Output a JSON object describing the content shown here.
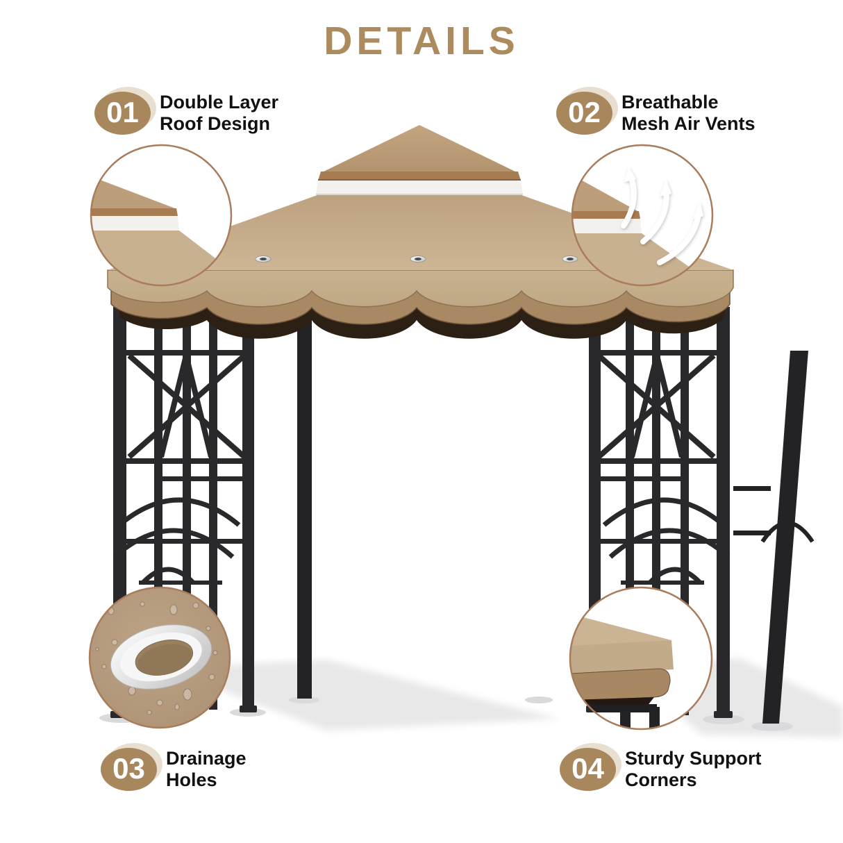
{
  "title": "DETAILS",
  "features": [
    {
      "number": "01",
      "line1": "Double Layer",
      "line2": "Roof Design"
    },
    {
      "number": "02",
      "line1": "Breathable",
      "line2": "Mesh Air Vents"
    },
    {
      "number": "03",
      "line1": "Drainage",
      "line2": "Holes"
    },
    {
      "number": "04",
      "line1": "Sturdy Support",
      "line2": "Corners"
    }
  ],
  "colors": {
    "title_accent": "#AC8C5E",
    "badge_fill": "#A8875C",
    "badge_halo": "#E9DFD0",
    "badge_number": "#FFFFFF",
    "label_text": "#111111",
    "inset_ring": "#A97C5B",
    "canopy_light_tan": "#C8B190",
    "canopy_top_tan": "#BC9E7B",
    "canopy_trim_brown": "#A87C52",
    "valance_mid_brown": "#A88963",
    "valance_dark_brown": "#2C1F13",
    "vent_band_white": "#F3F1EE",
    "frame_metal": "#29292B",
    "ground_shadow": "#DCDCDE"
  }
}
